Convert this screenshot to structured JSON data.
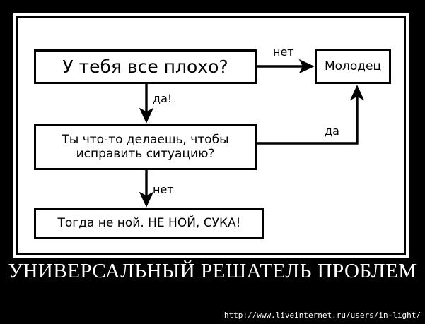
{
  "poster": {
    "caption": "УНИВЕРСАЛЬНЫЙ РЕШАТЕЛЬ ПРОБЛЕМ",
    "watermark_url": "http://www.liveinternet.ru/users/in-light/",
    "background_color": "#000000",
    "panel_color": "#ffffff",
    "ink_color": "#000000",
    "caption_color": "#ffffff"
  },
  "flowchart": {
    "nodes": [
      {
        "id": "q1",
        "text": "У тебя все плохо?"
      },
      {
        "id": "good",
        "text": "Молодец"
      },
      {
        "id": "q2",
        "text": "Ты что-то делаешь, чтобы исправить ситуацию?"
      },
      {
        "id": "final",
        "text": "Тогда не ной. НЕ НОЙ, СУКА!"
      }
    ],
    "edges": [
      {
        "id": "e1",
        "from": "q1",
        "to": "good",
        "label": "нет"
      },
      {
        "id": "e2",
        "from": "q1",
        "to": "q2",
        "label": "да!"
      },
      {
        "id": "e3",
        "from": "q2",
        "to": "good",
        "label": "да"
      },
      {
        "id": "e4",
        "from": "q2",
        "to": "final",
        "label": "нет"
      }
    ]
  }
}
